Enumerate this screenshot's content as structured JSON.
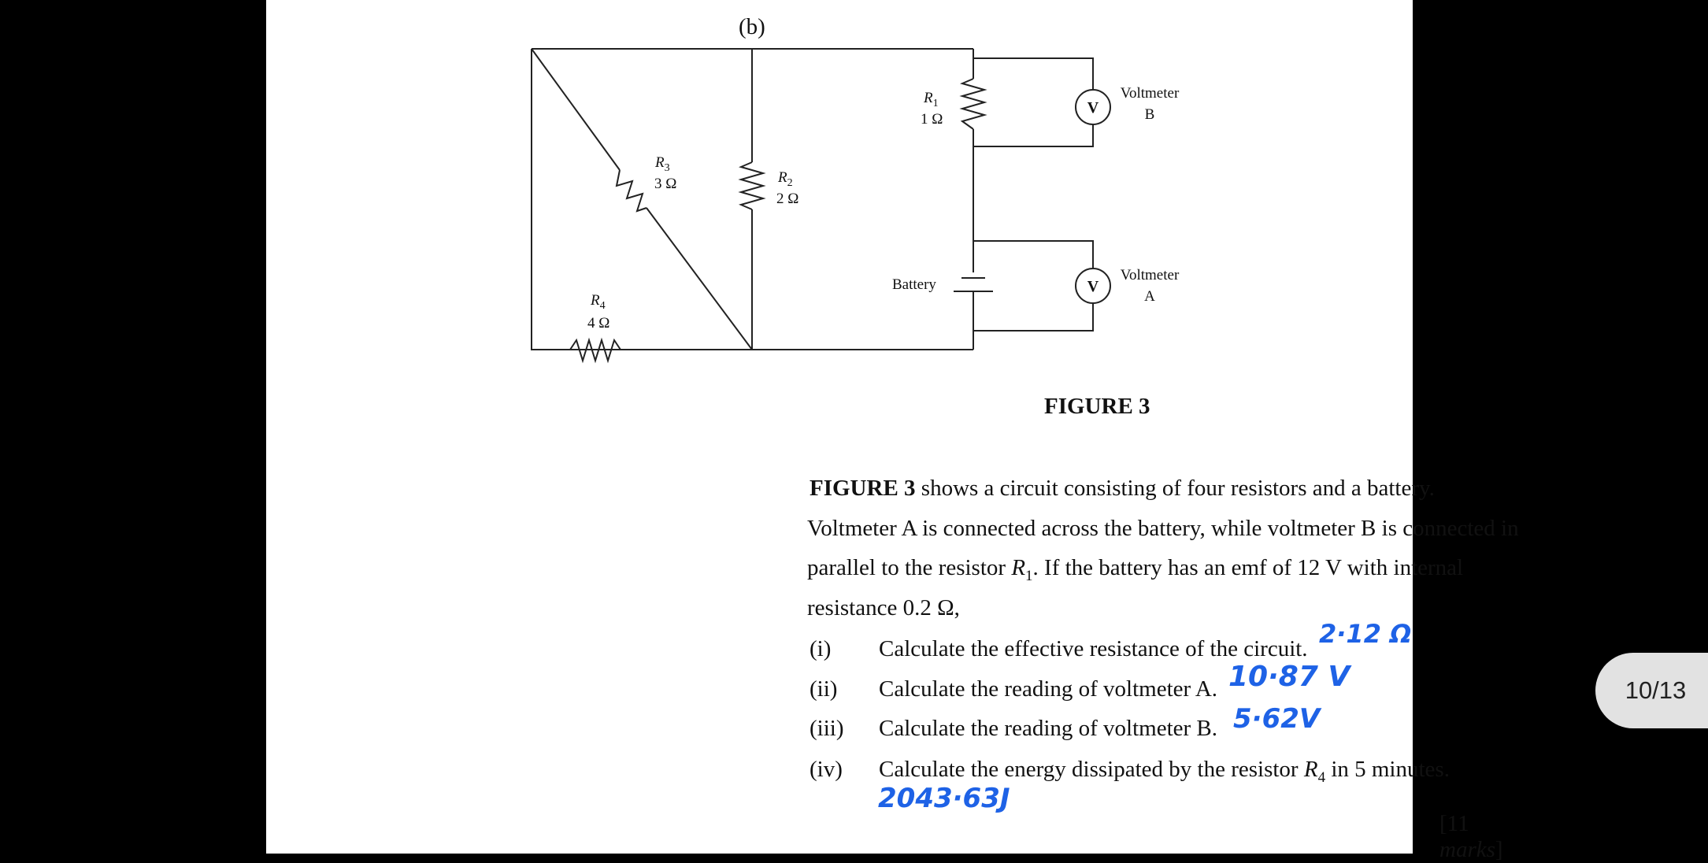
{
  "question": {
    "part": "(b)",
    "figure_caption": "FIGURE 3",
    "intro": {
      "figure_ref": "FIGURE 3",
      "line1_rest": " shows a circuit consisting of four resistors and a battery.",
      "line2": "Voltmeter A is connected across the battery, while voltmeter B is connected in",
      "line3_before": "parallel to the resistor ",
      "line3_r": "R",
      "line3_sub": "1",
      "line3_after": ". If the battery has an emf of 12 V with internal",
      "line4": "resistance 0.2 Ω,"
    },
    "items": [
      {
        "num": "(i)",
        "text": "Calculate the effective resistance of the circuit.",
        "answer": "2·12 Ω"
      },
      {
        "num": "(ii)",
        "text": "Calculate the reading of voltmeter A.",
        "answer": "10·87 V"
      },
      {
        "num": "(iii)",
        "text": "Calculate the reading of voltmeter B.",
        "answer": "5·62V"
      },
      {
        "num": "(iv)",
        "text_before": "Calculate the energy dissipated by the resistor ",
        "text_r": "R",
        "text_sub": "4",
        "text_after": " in 5 minutes.",
        "answer": "2043·63J"
      }
    ],
    "marks_open": "[11 ",
    "marks_word": "marks",
    "marks_close": "]"
  },
  "circuit": {
    "r1": {
      "name": "R",
      "sub": "1",
      "value": "1 Ω"
    },
    "r2": {
      "name": "R",
      "sub": "2",
      "value": "2 Ω"
    },
    "r3": {
      "name": "R",
      "sub": "3",
      "value": "3 Ω"
    },
    "r4": {
      "name": "R",
      "sub": "4",
      "value": "4 Ω"
    },
    "battery_label": "Battery",
    "meter_symbol": "V",
    "voltmeter_b": {
      "line1": "Voltmeter",
      "line2": "B"
    },
    "voltmeter_a": {
      "line1": "Voltmeter",
      "line2": "A"
    }
  },
  "viewer": {
    "page_indicator": "10/13"
  }
}
